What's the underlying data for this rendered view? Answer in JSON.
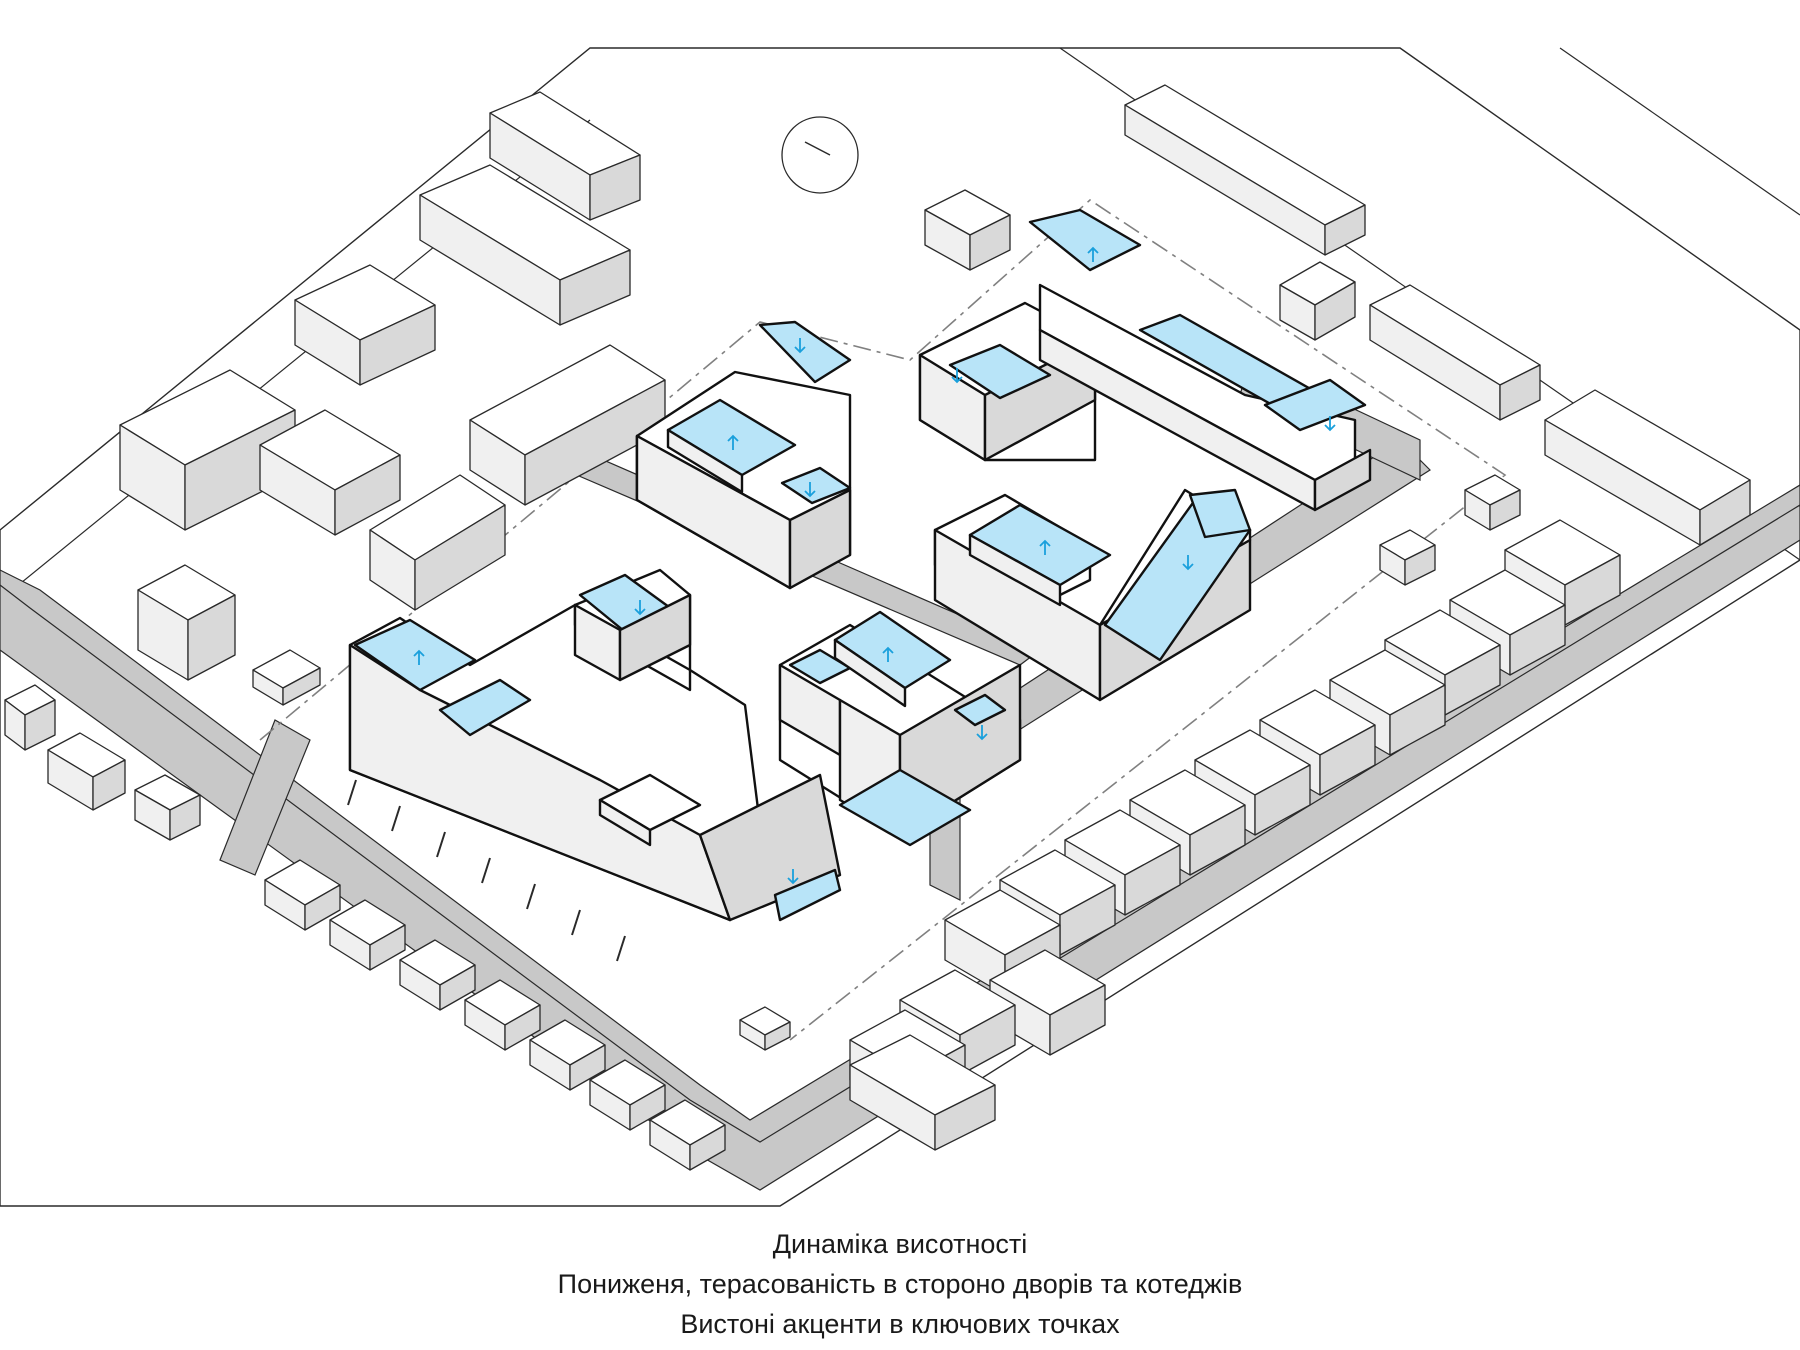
{
  "caption": {
    "line1": "Динаміка висотності",
    "line2": "Пониженя, терасованість в стороно дворів та котеджів",
    "line3": "Вистоні акценти в ключових точках"
  },
  "colors": {
    "highlight": "#b8e4f8",
    "arrow": "#1aa0dc",
    "road": "#c8c8c8",
    "boundary": "#808080"
  },
  "legend_symbols": [
    "arrow-up-icon",
    "arrow-down-icon"
  ]
}
